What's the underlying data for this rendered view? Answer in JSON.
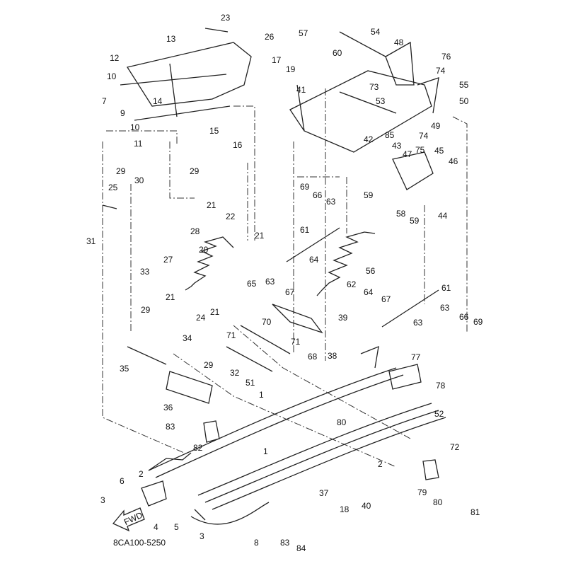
{
  "diagram": {
    "drawing_code": "8CA100-5250",
    "fwd_label": "FWD",
    "callouts": [
      "23",
      "13",
      "26",
      "17",
      "19",
      "12",
      "10",
      "7",
      "9",
      "14",
      "15",
      "16",
      "10",
      "11",
      "29",
      "30",
      "29",
      "25",
      "31",
      "28",
      "21",
      "22",
      "21",
      "20",
      "33",
      "27",
      "21",
      "29",
      "24",
      "21",
      "65",
      "71",
      "70",
      "34",
      "29",
      "35",
      "36",
      "32",
      "51",
      "57",
      "60",
      "54",
      "48",
      "76",
      "74",
      "73",
      "55",
      "50",
      "41",
      "53",
      "49",
      "74",
      "42",
      "85",
      "43",
      "47",
      "75",
      "45",
      "46",
      "44",
      "69",
      "66",
      "63",
      "59",
      "58",
      "59",
      "61",
      "64",
      "63",
      "67",
      "56",
      "62",
      "64",
      "67",
      "61",
      "63",
      "66",
      "69",
      "63",
      "39",
      "71",
      "68",
      "38",
      "77",
      "78",
      "1",
      "52",
      "80",
      "72",
      "83",
      "82",
      "1",
      "2",
      "2",
      "6",
      "79",
      "3",
      "37",
      "18",
      "40",
      "80",
      "81",
      "4",
      "5",
      "3",
      "8",
      "83",
      "84"
    ]
  }
}
